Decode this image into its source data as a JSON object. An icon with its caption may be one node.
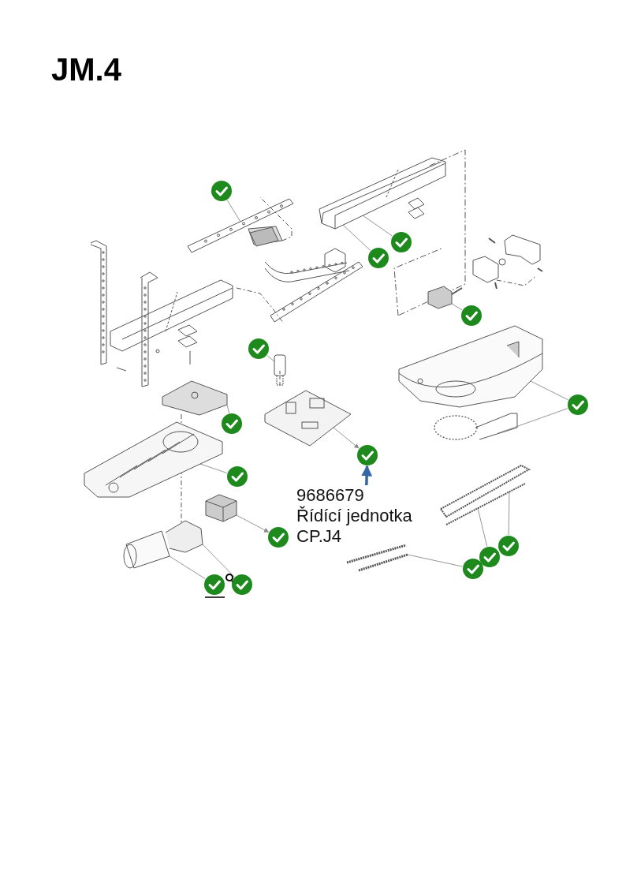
{
  "diagram": {
    "title": "JM.4",
    "nodes": [
      {
        "text": [
          "9686679",
          "Řídící jednotka",
          "CP.J4"
        ]
      },
      {
        "text": [],
        "shape": "circle"
      },
      {
        "text": [],
        "shape": "circle"
      },
      {
        "text": [],
        "shape": "circle"
      },
      {
        "text": [],
        "shape": "circle"
      },
      {
        "text": [],
        "shape": "circle"
      },
      {
        "text": [],
        "shape": "circle"
      },
      {
        "text": [],
        "shape": "circle"
      },
      {
        "text": [],
        "shape": "circle"
      },
      {
        "text": [],
        "shape": "circle"
      },
      {
        "text": [],
        "shape": "circle"
      },
      {
        "text": [],
        "shape": "circle"
      },
      {
        "text": [],
        "shape": "circle"
      },
      {
        "text": [],
        "shape": "circle"
      },
      {
        "text": [],
        "shape": "circle"
      },
      {
        "text": [],
        "shape": "circle"
      },
      {
        "text": [],
        "shape": "picture"
      },
      {
        "text": [],
        "shape": "picture"
      },
      {
        "text": [],
        "shape": "picture"
      },
      {
        "text": [],
        "shape": "picture"
      },
      {
        "text": [],
        "shape": "picture"
      },
      {
        "text": [],
        "shape": "picture"
      },
      {
        "text": [],
        "shape": "picture"
      },
      {
        "text": [],
        "shape": "picture"
      },
      {
        "text": [],
        "shape": "picture"
      },
      {
        "text": [],
        "shape": "picture"
      },
      {
        "text": [],
        "shape": "picture"
      },
      {
        "text": [],
        "shape": "picture"
      },
      {
        "text": [],
        "shape": "picture"
      }
    ],
    "edges": [
      {
        "from": 16,
        "to": 1,
        "arrow": "none"
      },
      {
        "from": 17,
        "to": 2,
        "arrow": "none"
      },
      {
        "from": 17,
        "to": 3,
        "arrow": "none"
      },
      {
        "from": 18,
        "to": 4,
        "arrow": "none"
      },
      {
        "from": 19,
        "to": 5,
        "arrow": "none"
      },
      {
        "from": 20,
        "to": 6,
        "arrow": "none"
      },
      {
        "from": 21,
        "to": 6,
        "arrow": "none"
      },
      {
        "from": 22,
        "to": 7,
        "arrow": "none"
      },
      {
        "from": 23,
        "to": 8,
        "arrow": "to"
      },
      {
        "from": 24,
        "to": 9,
        "arrow": "none"
      },
      {
        "from": 25,
        "to": 10,
        "arrow": "to"
      },
      {
        "from": 26,
        "to": 11,
        "arrow": "none"
      },
      {
        "from": 26,
        "to": 12,
        "arrow": "none"
      },
      {
        "from": 27,
        "to": 13,
        "arrow": "none"
      },
      {
        "from": 28,
        "to": 14,
        "arrow": "none"
      },
      {
        "from": 28,
        "to": 15,
        "arrow": "none"
      },
      {
        "from": 0,
        "to": 8,
        "arrow": "to",
        "style": "thick",
        "color": "#3465a4"
      }
    ]
  }
}
